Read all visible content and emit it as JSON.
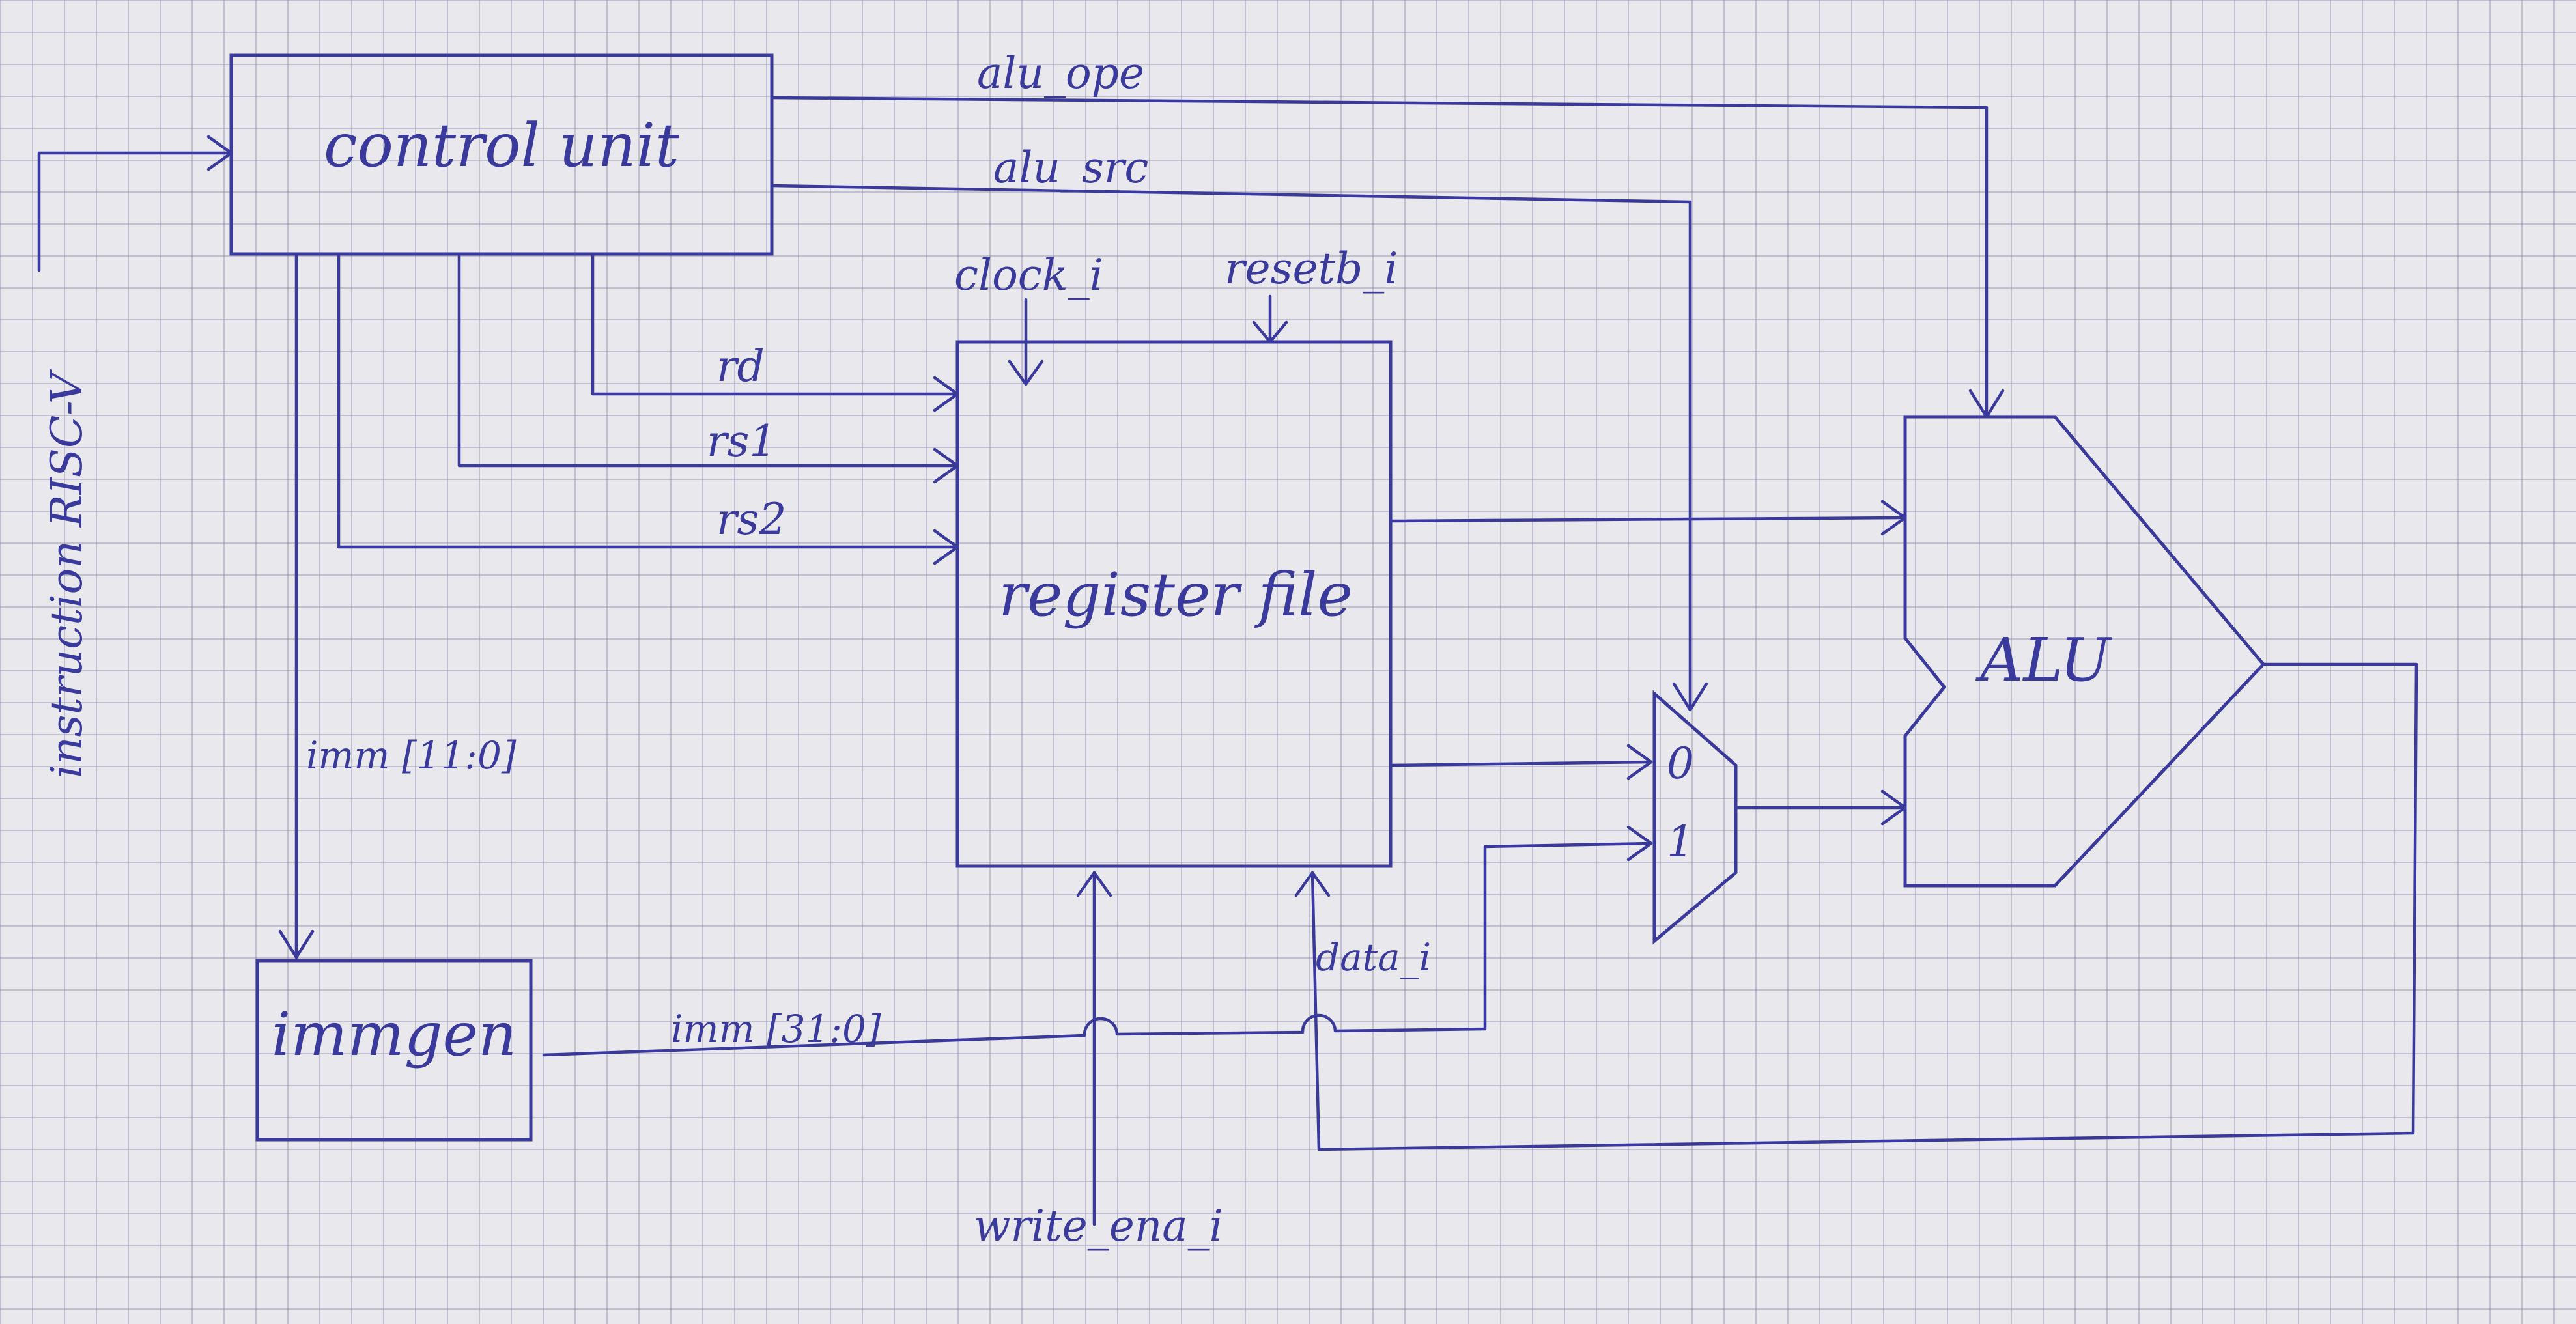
{
  "blocks": {
    "control_unit": "control unit",
    "register_file": "register file",
    "immgen": "immgen",
    "alu": "ALU"
  },
  "signals": {
    "instruction": "instruction RISC-V",
    "alu_ope": "alu_ope",
    "alu_src": "alu_src",
    "clock": "clock_i",
    "resetb": "resetb_i",
    "rd": "rd",
    "rs1": "rs1",
    "rs2": "rs2",
    "imm_11_0": "imm [11:0]",
    "imm_31_0": "imm [31:0]",
    "data_i": "data_i",
    "write_ena": "write_ena_i"
  },
  "mux": {
    "in0": "0",
    "in1": "1"
  },
  "colors": {
    "ink": "#3a3a9c",
    "paper": "#e9e8ec",
    "grid": "#8a8aa8"
  }
}
